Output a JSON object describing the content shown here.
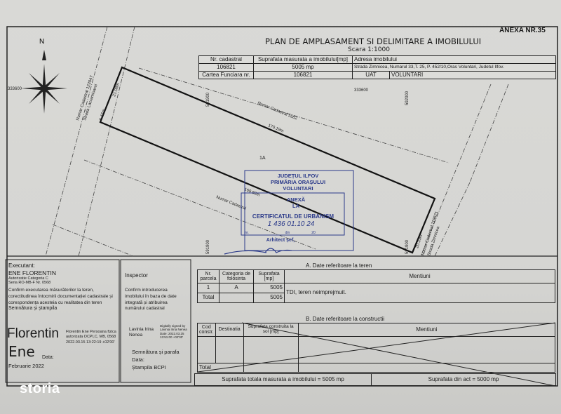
{
  "header": {
    "annex": "ANEXA NR.35",
    "title": "PLAN DE AMPLASAMENT SI DELIMITARE A IMOBILULUI",
    "scale": "Scara 1:1000",
    "col_cadastral": "Nr. cadastral",
    "col_surface": "Suprafata masurata a imobilului[mp]",
    "col_address": "Adresa imobilului",
    "cadastral": "106821",
    "surface": "5005 mp",
    "address": "Strada Zimnicea, Numarul 33,T. 25, P. 452/10,Oras Voluntari, Judetul Ilfov.",
    "cf_label": "Cartea Funciara nr.",
    "cf": "106821",
    "uat_label": "UAT",
    "uat": "VOLUNTARI"
  },
  "map": {
    "north": "N",
    "coord_x_left": "333600",
    "coord_x_top": "333600",
    "coord_y_1": "591900",
    "coord_y_2": "592000",
    "coord_y_3": "591900",
    "west_street": "Numar Cadastral 123047",
    "west_street2": "Strada Lacramioarei",
    "west_dim": "21.08m",
    "west_dim2": "6.47m",
    "north_neighbor": "Numar Cadastral 5582",
    "north_dim": "170.19m",
    "parcel": "1A",
    "south_dim": "169.68m",
    "south_neighbor": "Numar Cadastral",
    "east_dim": "20.33m",
    "east_neighbor": "Numar Cadastral 119621",
    "east_street": "Strada Zimnicea",
    "stamp": {
      "line1": "JUDEȚUL ILFOV",
      "line2": "PRIMĂRIA ORAȘULUI",
      "line3": "VOLUNTARI",
      "line4": "ANEXĂ",
      "line5": "LA",
      "line6": "CERTIFICATUL DE URBANISM",
      "number": "1 436 01.10 24",
      "nr_label": "nr.",
      "din_label": "din",
      "year_label": "20",
      "architect": "Arhitect șef,"
    }
  },
  "executant": {
    "label": "Executant:",
    "name": "ENE FLORENTIN",
    "auth": "Autorizatie Categoria C",
    "series": "Seria RO-MB-F Nr. 0568",
    "confirm": "Confirm executarea măsurătorilor la teren, corectitudinea întocmirii documentației cadastrale și corespondența acesteia cu realitatea din teren",
    "sign_label": "Semnătura și ștampila",
    "sig_first": "Florentin",
    "sig_last": "Ene",
    "digital": "Florentin Ene Persoana fizica autorizata OCPI,C, MB, 0568 2022.03.15 13:22:19 +02'00'",
    "date_label": "Data:",
    "date": "Februarie 2022"
  },
  "inspector": {
    "label": "Inspector",
    "confirm": "Confirm introducerea imobilului în baza de date integrată și atribuirea numărului cadastral",
    "sig_name": "Lavinia Irina Nenea",
    "digital": "Digitally signed by Lavinia Irina Nenea Date: 2022.03.25 13:51:00 +02'00'",
    "sign_label": "Semnătura și parafa",
    "date_label": "Data:",
    "stamp_label": "Ștampila BCPI"
  },
  "land": {
    "title": "A. Date referitoare la teren",
    "headers": [
      "Nr. parcela",
      "Categoria de folosinta",
      "Suprafata [mp]",
      "Mentiuni"
    ],
    "rows": [
      [
        "1",
        "A",
        "5005"
      ],
      [
        "Total",
        "",
        "5005"
      ]
    ],
    "note": "TDI, teren neimprejmuit."
  },
  "constructions": {
    "title": "B. Date referitoare la constructii",
    "headers": [
      "Cod constr.",
      "Destinatia",
      "Suprafata construita la sol [mp]",
      "Mentiuni"
    ],
    "total": "Total"
  },
  "footer": {
    "total_surface": "Suprafata totala masurata a imobilului = 5005 mp",
    "act_surface": "Suprafata din act = 5000 mp"
  },
  "watermark": "storia"
}
